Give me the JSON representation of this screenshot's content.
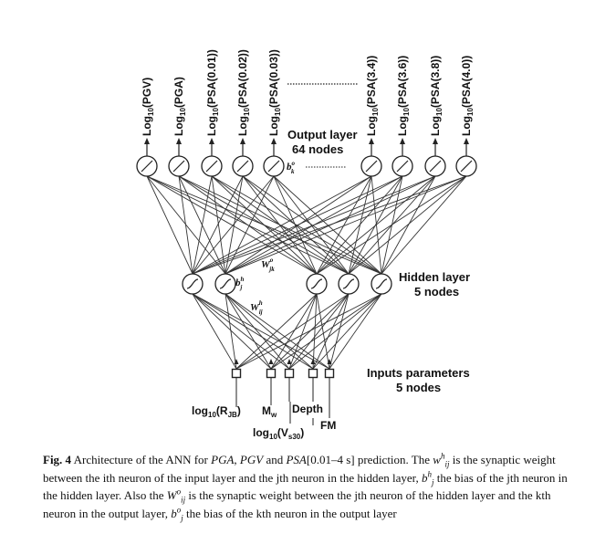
{
  "figure": {
    "output_labels": [
      "Log10(PGV)",
      "Log10(PGA)",
      "Log10(PSA(0.01))",
      "Log10(PSA(0.02))",
      "Log10(PSA(0.03))",
      "Log10(PSA(3.4))",
      "Log10(PSA(3.6))",
      "Log10(PSA(3.8))",
      "Log10(PSA(4.0))"
    ],
    "output_layer_title": "Output layer",
    "output_layer_count": "64 nodes",
    "hidden_layer_title": "Hidden layer",
    "hidden_layer_count": "5 nodes",
    "input_layer_title": "Inputs parameters",
    "input_layer_count": "5 nodes",
    "input_labels": [
      "log10(RJB)",
      "Mw",
      "Depth",
      "log10(Vs30)",
      "FM"
    ],
    "weight_labels": {
      "output_weight": "Wo jk",
      "hidden_weight": "Wh ij",
      "output_bias": "bo k",
      "hidden_bias": "bh j"
    }
  },
  "caption": {
    "fig_label": "Fig. 4",
    "text": "Architecture of the ANN for PGA, PGV and PSA[0.01–4 s] prediction. The w h ij is the synaptic weight between the ith neuron of the input layer and the jth neuron in the hidden layer, b h j the bias of the jth neuron in the hidden layer. Also the W o ij is the synaptic weight between the jth neuron of the hidden layer and the kth neuron in the output layer, b o j the bias of the kth neuron in the output layer"
  }
}
